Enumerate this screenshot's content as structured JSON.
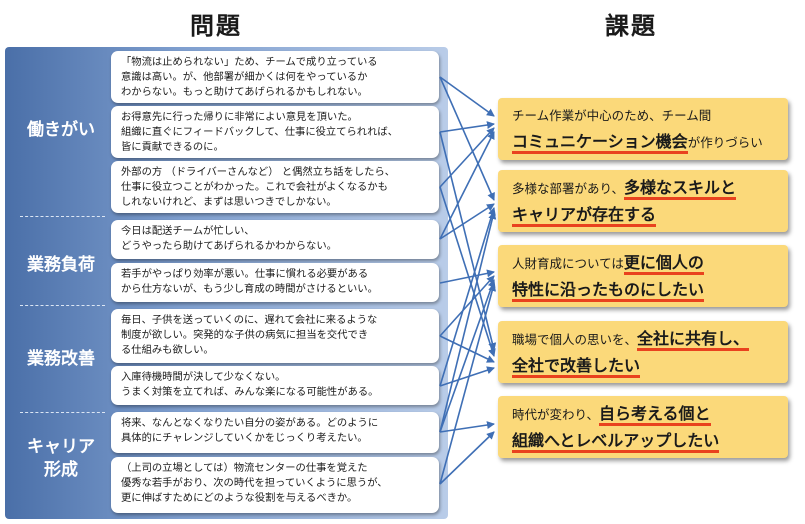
{
  "headers": {
    "left": "問題",
    "right": "課題"
  },
  "categories": [
    {
      "label": "働きがい"
    },
    {
      "label": "業務負荷"
    },
    {
      "label": "業務改善"
    },
    {
      "label": "キャリア\n形成"
    }
  ],
  "problems": [
    {
      "text": "「物流は止められない」ため、チームで成り立っている\n意識は高い。が、他部署が細かくは何をやっているか\nわからない。もっと助けてあげられるかもしれない。"
    },
    {
      "text": "お得意先に行った帰りに非常によい意見を頂いた。\n組織に直ぐにフィードバックして、仕事に役立てられれば、\n皆に貢献できるのに。"
    },
    {
      "text": "外部の方 （ドライバーさんなど） と偶然立ち話をしたら、\n仕事に役立つことがわかった。これで会社がよくなるかも\nしれないけれど、まずは思いつきでしかない。"
    },
    {
      "text": "今日は配送チームが忙しい、\nどうやったら助けてあげられるかわからない。"
    },
    {
      "text": "若手がやっぱり効率が悪い。仕事に慣れる必要がある\nから仕方ないが、もう少し育成の時間がさけるといい。"
    },
    {
      "text": "毎日、子供を送っていくのに、遅れて会社に来るような\n制度が欲しい。突発的な子供の病気に担当を交代でき\nる仕組みも欲しい。"
    },
    {
      "text": "入庫待機時間が決して少なくない。\nうまく対策を立てれば、みんな楽になる可能性がある。"
    },
    {
      "text": "将来、なんとなくなりたい自分の姿がある。どのように\n具体的にチャレンジしていくかをじっくり考えたい。"
    },
    {
      "text": "（上司の立場としては）物流センターの仕事を覚えた\n優秀な若手がおり、次の時代を担っていくように思うが、\n更に伸ばすためにどのような役割を与えるべきか。"
    }
  ],
  "issues": [
    {
      "pre": "チーム作業が中心のため、チーム間",
      "em": "コミュニケーション機会",
      "post": "が作りづらい"
    },
    {
      "pre": "多様な部署があり、",
      "em": "多様なスキルと\nキャリアが存在する",
      "post": ""
    },
    {
      "pre": "人財育成については",
      "em": "更に個人の\n特性に沿ったものにしたい",
      "post": ""
    },
    {
      "pre": "職場で個人の思いを、",
      "em": "全社に共有し、\n全社で改善したい",
      "post": ""
    },
    {
      "pre": "時代が変わり、",
      "em": "自ら考える個と\n組織へとレベルアップしたい",
      "post": ""
    }
  ],
  "colors": {
    "panel": "#5b7fb8",
    "issue_bg": "#fbd97a",
    "underline": "#e9421e",
    "arrow": "#3f6fb5"
  }
}
